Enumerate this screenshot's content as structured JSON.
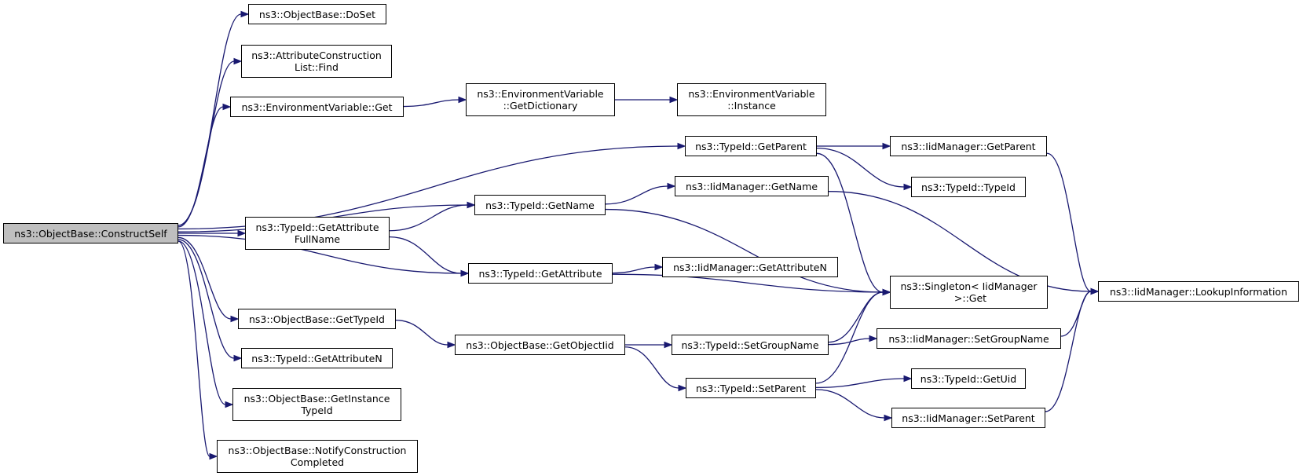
{
  "colors": {
    "edge": "#191970",
    "node_border": "#000000",
    "root_fill": "#bfbfbf",
    "node_fill": "#ffffff"
  },
  "nodes": {
    "construct_self": "ns3::ObjectBase::ConstructSelf",
    "doset": "ns3::ObjectBase::DoSet",
    "attr_list_find": "ns3::AttributeConstruction\nList::Find",
    "env_get": "ns3::EnvironmentVariable::Get",
    "env_get_dictionary": "ns3::EnvironmentVariable\n::GetDictionary",
    "env_instance": "ns3::EnvironmentVariable\n::Instance",
    "typeid_get_parent": "ns3::TypeId::GetParent",
    "iid_get_parent": "ns3::IidManager::GetParent",
    "typeid_typeid": "ns3::TypeId::TypeId",
    "typeid_get_name": "ns3::TypeId::GetName",
    "iid_get_name": "ns3::IidManager::GetName",
    "typeid_get_attr_fullname": "ns3::TypeId::GetAttribute\nFullName",
    "typeid_get_attribute": "ns3::TypeId::GetAttribute",
    "iid_get_attribute_n": "ns3::IidManager::GetAttributeN",
    "singleton_get": "ns3::Singleton< IidManager\n >::Get",
    "iid_lookup": "ns3::IidManager::LookupInformation",
    "objbase_get_typeid": "ns3::ObjectBase::GetTypeId",
    "objbase_get_objectiid": "ns3::ObjectBase::GetObjectIid",
    "typeid_set_group_name": "ns3::TypeId::SetGroupName",
    "iid_set_group_name": "ns3::IidManager::SetGroupName",
    "typeid_get_attribute_n": "ns3::TypeId::GetAttributeN",
    "typeid_set_parent": "ns3::TypeId::SetParent",
    "typeid_get_uid": "ns3::TypeId::GetUid",
    "iid_set_parent": "ns3::IidManager::SetParent",
    "objbase_get_instance_typeid": "ns3::ObjectBase::GetInstance\nTypeId",
    "objbase_notify_construction": "ns3::ObjectBase::NotifyConstruction\nCompleted"
  },
  "edges": [
    [
      "construct_self",
      "doset"
    ],
    [
      "construct_self",
      "attr_list_find"
    ],
    [
      "construct_self",
      "env_get"
    ],
    [
      "construct_self",
      "typeid_get_parent"
    ],
    [
      "construct_self",
      "typeid_get_name"
    ],
    [
      "construct_self",
      "typeid_get_attr_fullname"
    ],
    [
      "construct_self",
      "typeid_get_attribute"
    ],
    [
      "construct_self",
      "objbase_get_typeid"
    ],
    [
      "construct_self",
      "typeid_get_attribute_n"
    ],
    [
      "construct_self",
      "objbase_get_instance_typeid"
    ],
    [
      "construct_self",
      "objbase_notify_construction"
    ],
    [
      "env_get",
      "env_get_dictionary"
    ],
    [
      "env_get_dictionary",
      "env_instance"
    ],
    [
      "typeid_get_parent",
      "iid_get_parent"
    ],
    [
      "typeid_get_parent",
      "typeid_typeid"
    ],
    [
      "typeid_get_parent",
      "singleton_get"
    ],
    [
      "iid_get_parent",
      "iid_lookup"
    ],
    [
      "typeid_get_name",
      "iid_get_name"
    ],
    [
      "typeid_get_name",
      "singleton_get"
    ],
    [
      "iid_get_name",
      "iid_lookup"
    ],
    [
      "typeid_get_attr_fullname",
      "typeid_get_name"
    ],
    [
      "typeid_get_attr_fullname",
      "typeid_get_attribute"
    ],
    [
      "typeid_get_attribute",
      "iid_get_attribute_n"
    ],
    [
      "typeid_get_attribute",
      "singleton_get"
    ],
    [
      "objbase_get_typeid",
      "objbase_get_objectiid"
    ],
    [
      "objbase_get_objectiid",
      "typeid_set_group_name"
    ],
    [
      "objbase_get_objectiid",
      "typeid_set_parent"
    ],
    [
      "typeid_set_group_name",
      "singleton_get"
    ],
    [
      "typeid_set_group_name",
      "iid_set_group_name"
    ],
    [
      "iid_set_group_name",
      "iid_lookup"
    ],
    [
      "typeid_set_parent",
      "singleton_get"
    ],
    [
      "typeid_set_parent",
      "typeid_get_uid"
    ],
    [
      "typeid_set_parent",
      "iid_set_parent"
    ],
    [
      "iid_set_parent",
      "iid_lookup"
    ]
  ]
}
